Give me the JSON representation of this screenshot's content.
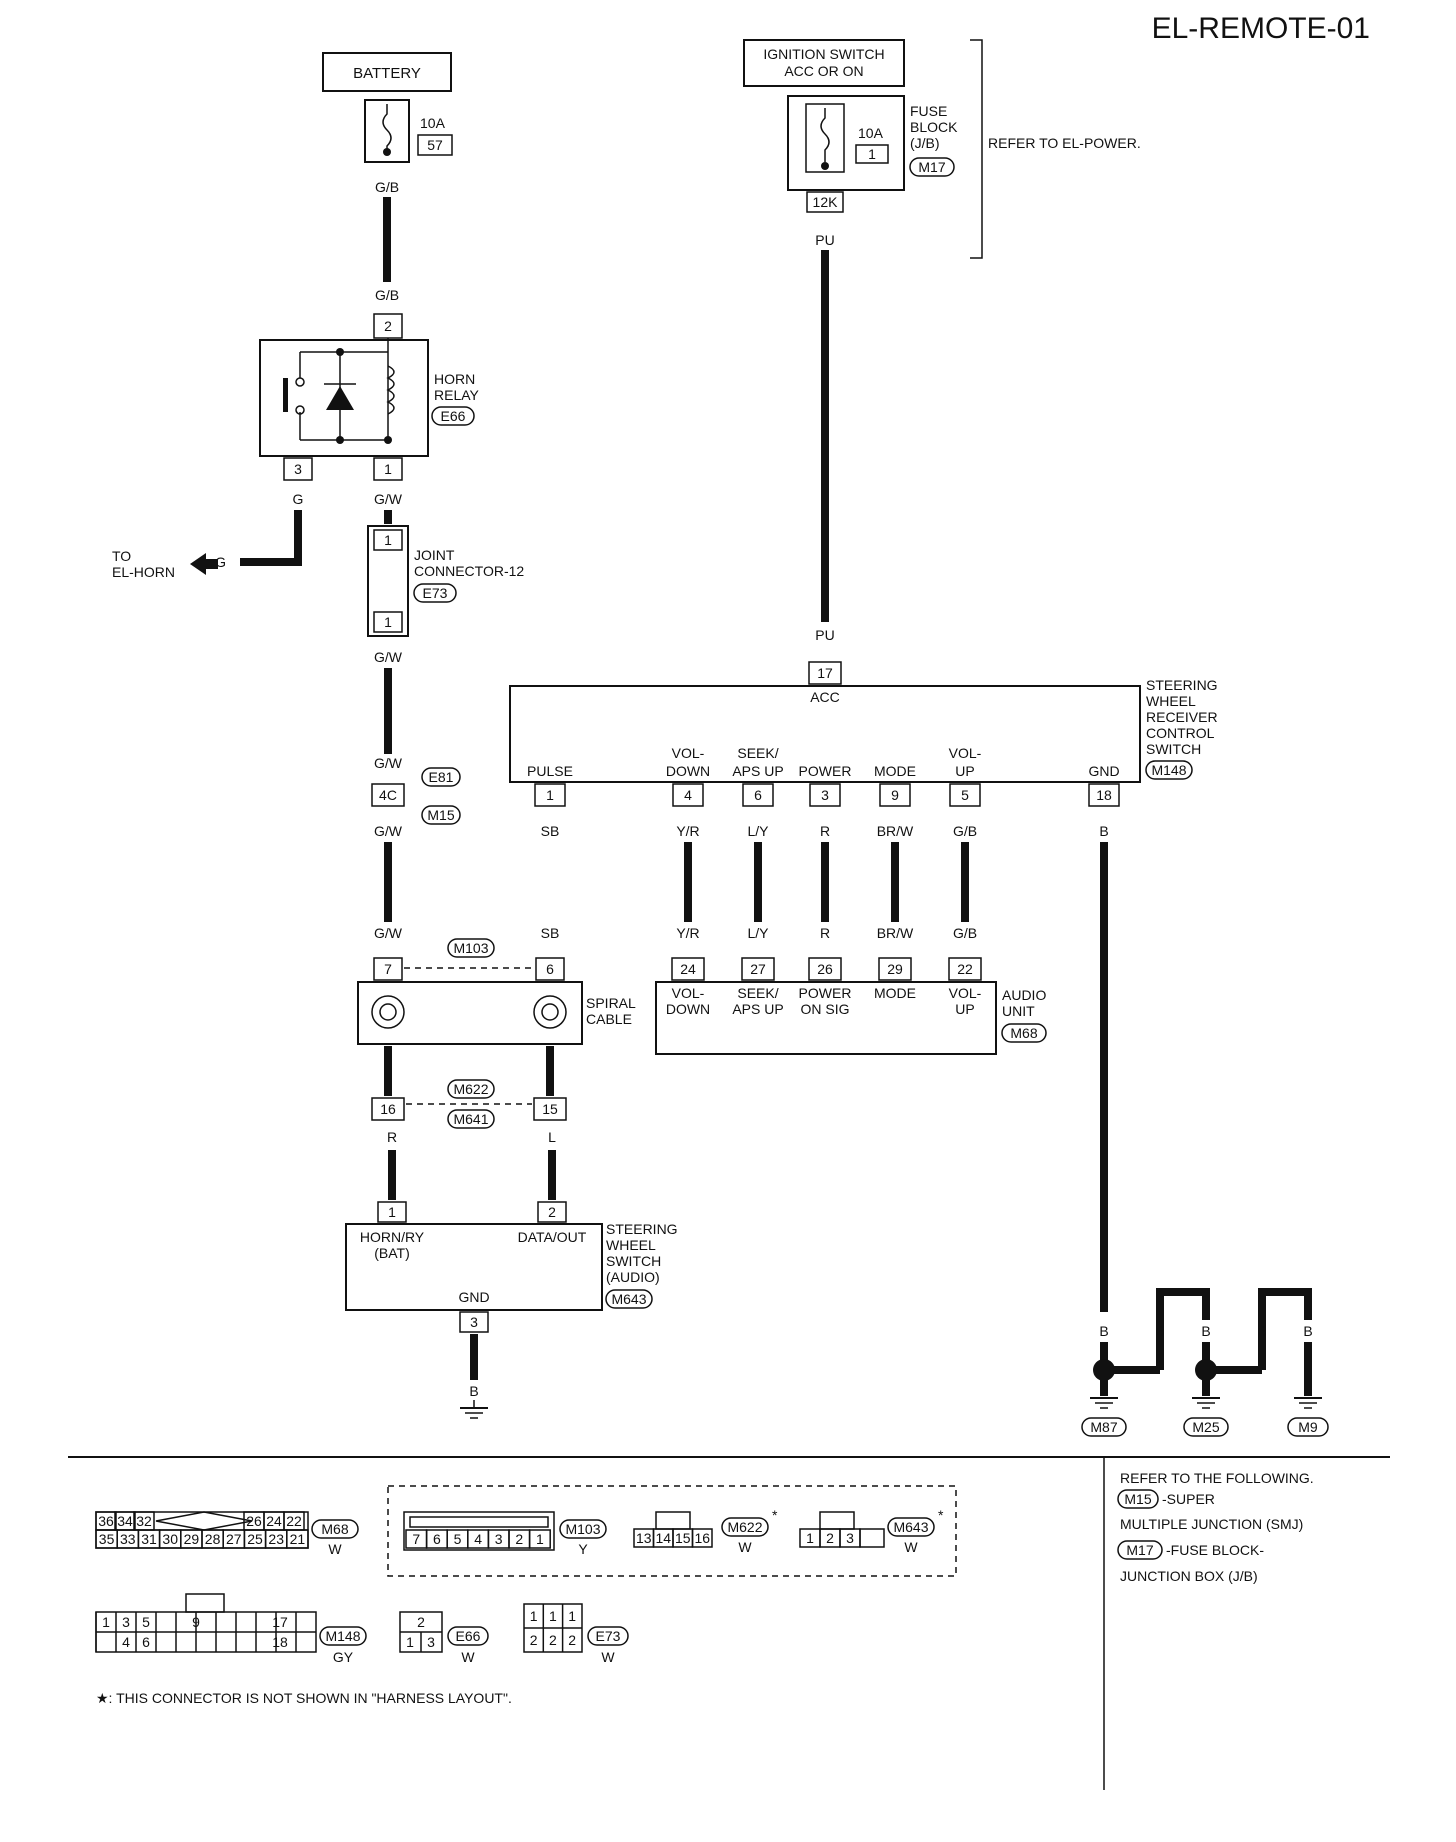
{
  "title": "EL-REMOTE-01",
  "battery": {
    "label": "BATTERY",
    "fuse_amps": "10A",
    "fuse_no": "57",
    "wire": "G/B"
  },
  "ignition": {
    "label_line1": "IGNITION SWITCH",
    "label_line2": "ACC OR ON",
    "fuse_amps": "10A",
    "fuse_no": "1",
    "fb_line1": "FUSE",
    "fb_line2": "BLOCK",
    "fb_line3": "(J/B)",
    "fb_conn": "M17",
    "pin": "12K",
    "wire": "PU",
    "refer": "REFER TO EL-POWER."
  },
  "horn_relay": {
    "line1": "HORN",
    "line2": "RELAY",
    "conn": "E66",
    "pin_in": "2",
    "pin_out1": "3",
    "pin_out2": "1",
    "wire_g": "G",
    "wire_gw": "G/W"
  },
  "to_horn": {
    "line1": "TO",
    "line2": "EL-HORN",
    "wire": "G"
  },
  "joint": {
    "line1": "JOINT",
    "line2": "CONNECTOR-12",
    "conn": "E73",
    "pin_top": "1",
    "pin_bot": "1",
    "wire": "G/W"
  },
  "e81": {
    "conn1": "E81",
    "conn2": "M15",
    "pin": "4C",
    "wire": "G/W"
  },
  "receiver": {
    "line1": "STEERING",
    "line2": "WHEEL",
    "line3": "RECEIVER",
    "line4": "CONTROL",
    "line5": "SWITCH",
    "conn": "M148",
    "acc_pin": "17",
    "acc_label": "ACC",
    "acc_wire": "PU",
    "pins": [
      {
        "l1": "",
        "l2": "PULSE",
        "pin": "1",
        "wire": "SB"
      },
      {
        "l1": "VOL-",
        "l2": "DOWN",
        "pin": "4",
        "wire": "Y/R"
      },
      {
        "l1": "SEEK/",
        "l2": "APS UP",
        "pin": "6",
        "wire": "L/Y"
      },
      {
        "l1": "",
        "l2": "POWER",
        "pin": "3",
        "wire": "R"
      },
      {
        "l1": "",
        "l2": "MODE",
        "pin": "9",
        "wire": "BR/W"
      },
      {
        "l1": "VOL-",
        "l2": "UP",
        "pin": "5",
        "wire": "G/B"
      },
      {
        "l1": "",
        "l2": "GND",
        "pin": "18",
        "wire": "B"
      }
    ]
  },
  "audio": {
    "line1": "AUDIO",
    "line2": "UNIT",
    "conn": "M68",
    "pins": [
      {
        "pin": "24",
        "l1": "VOL-",
        "l2": "DOWN",
        "wire": "Y/R"
      },
      {
        "pin": "27",
        "l1": "SEEK/",
        "l2": "APS UP",
        "wire": "L/Y"
      },
      {
        "pin": "26",
        "l1": "POWER",
        "l2": "ON SIG",
        "wire": "R"
      },
      {
        "pin": "29",
        "l1": "MODE",
        "l2": "",
        "wire": "BR/W"
      },
      {
        "pin": "22",
        "l1": "VOL-",
        "l2": "UP",
        "wire": "G/B"
      }
    ]
  },
  "spiral": {
    "line1": "SPIRAL",
    "line2": "CABLE",
    "conn_top": "M103",
    "pin_a": "7",
    "pin_b": "6",
    "wire_a": "G/W",
    "wire_b": "SB",
    "conn_bot1": "M622",
    "conn_bot2": "M641",
    "pin_c": "16",
    "pin_d": "15",
    "wire_c": "R",
    "wire_d": "L"
  },
  "sw_switch": {
    "line1": "STEERING",
    "line2": "WHEEL",
    "line3": "SWITCH",
    "line4": "(AUDIO)",
    "conn": "M643",
    "pin1": "1",
    "pin2": "2",
    "pin3": "3",
    "l_bat1": "HORN/RY",
    "l_bat2": "(BAT)",
    "l_data": "DATA/OUT",
    "l_gnd": "GND",
    "wire_gnd": "B"
  },
  "grounds": {
    "wire": "B",
    "g1": "M87",
    "g2": "M25",
    "g3": "M9"
  },
  "legend": {
    "m68": {
      "name": "M68",
      "color": "W",
      "top": [
        "36",
        "34",
        "32",
        "26",
        "24",
        "22"
      ],
      "bot": [
        "35",
        "33",
        "31",
        "30",
        "29",
        "28",
        "27",
        "25",
        "23",
        "21"
      ]
    },
    "m103": {
      "name": "M103",
      "color": "Y",
      "bot": [
        "7",
        "6",
        "5",
        "4",
        "3",
        "2",
        "1"
      ]
    },
    "m622": {
      "name": "M622",
      "color": "W",
      "bot": [
        "13",
        "14",
        "15",
        "16"
      ],
      "star": "*"
    },
    "m643": {
      "name": "M643",
      "color": "W",
      "bot": [
        "1",
        "2",
        "3"
      ],
      "star": "*"
    },
    "m148": {
      "name": "M148",
      "color": "GY",
      "top": [
        "1",
        "3",
        "5",
        "9",
        "17"
      ],
      "bot": [
        "4",
        "6",
        "18"
      ]
    },
    "e66": {
      "name": "E66",
      "color": "W",
      "top": [
        "2"
      ],
      "bot": [
        "1",
        "3"
      ]
    },
    "e73": {
      "name": "E73",
      "color": "W",
      "top": [
        "1",
        "1",
        "1"
      ],
      "bot": [
        "2",
        "2",
        "2"
      ]
    },
    "note": "★: THIS CONNECTOR IS NOT SHOWN IN \"HARNESS LAYOUT\".",
    "refer1": "REFER TO THE FOLLOWING.",
    "refer2_conn": "M15",
    "refer2": "-SUPER",
    "refer3": "MULTIPLE JUNCTION (SMJ)",
    "refer4_conn": "M17",
    "refer4": "-FUSE BLOCK-",
    "refer5": "JUNCTION BOX (J/B)"
  }
}
